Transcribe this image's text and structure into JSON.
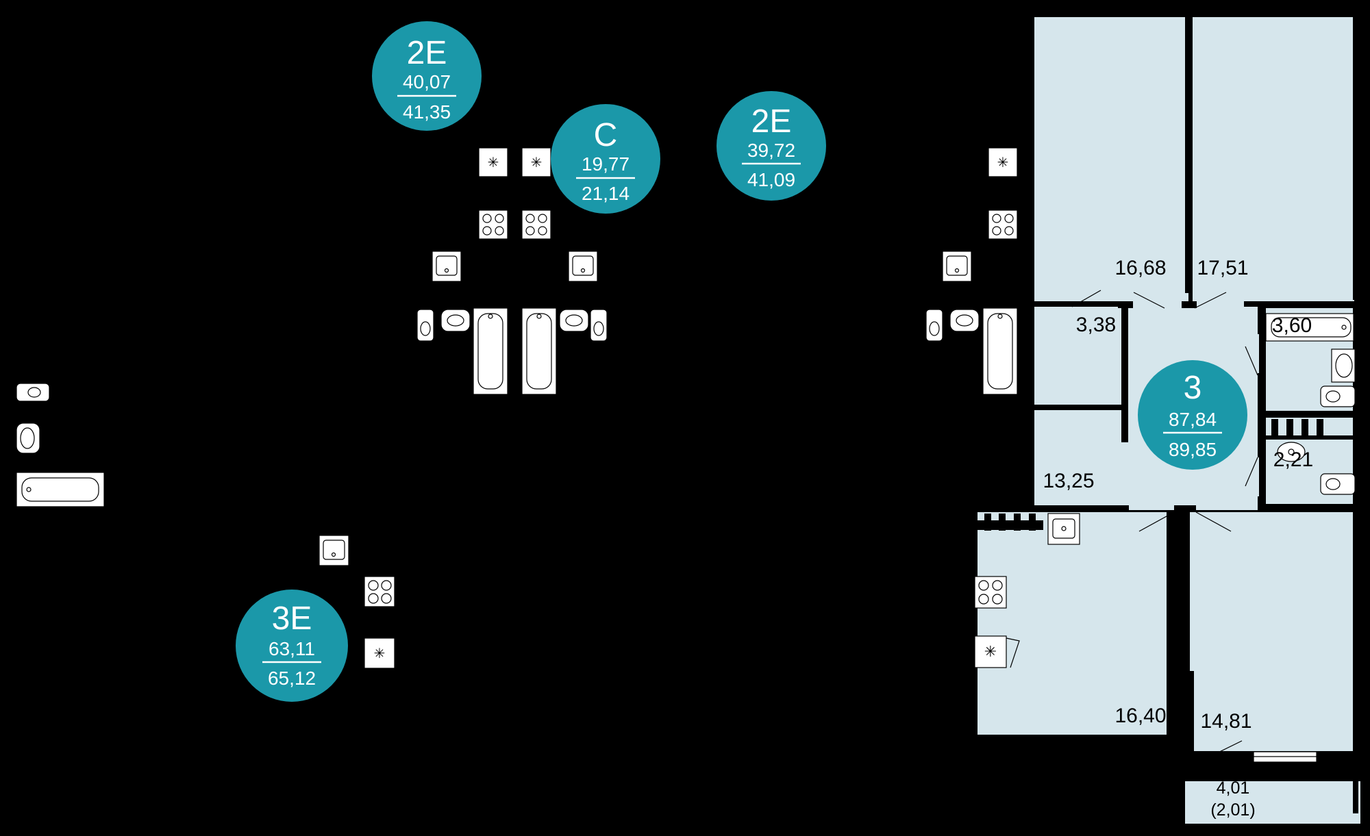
{
  "units": [
    {
      "type": "2E",
      "living_area": "40,07",
      "total_area": "41,35"
    },
    {
      "type": "C",
      "living_area": "19,77",
      "total_area": "21,14"
    },
    {
      "type": "2E",
      "living_area": "39,72",
      "total_area": "41,09"
    },
    {
      "type": "3E",
      "living_area": "63,11",
      "total_area": "65,12"
    },
    {
      "type": "3",
      "living_area": "87,84",
      "total_area": "89,85"
    }
  ],
  "rooms": {
    "bedroom_left": "16,68",
    "bedroom_right": "17,51",
    "corridor": "3,38",
    "bathroom": "3,60",
    "hall": "13,25",
    "toilet": "2,21",
    "kitchen": "16,40",
    "living_room": "14,81",
    "balcony_area": "4,01",
    "balcony_reduced": "(2,01)"
  },
  "colors": {
    "unit_badge": "#1b98a9",
    "room_fill": "#d6e6ec",
    "background": "#000000"
  },
  "icons": [
    "stove-icon",
    "fridge-icon",
    "sink-icon",
    "toilet-icon",
    "bathtub-icon",
    "washbasin-icon"
  ]
}
